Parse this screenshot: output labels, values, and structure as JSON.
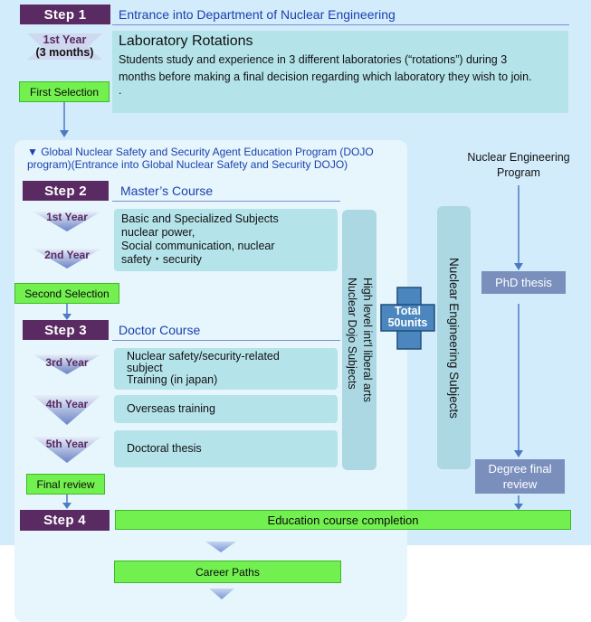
{
  "step1": {
    "label": "Step 1",
    "title": "Entrance into Department of Nuclear Engineering",
    "year_label": "1st Year",
    "year_sub": "(3 months)",
    "rotation_title": "Laboratory Rotations",
    "rotation_text": "Students study and experience in 3 different laboratories (“rotations”) during 3 months before making a final decision regarding which laboratory they wish to join.",
    "rotation_dot": "."
  },
  "first_selection": "First Selection",
  "dojo": {
    "title_line1": "▼ Global Nuclear Safety and Security Agent Education Program (DOJO",
    "title_line2": "program)(Entrance into Global Nuclear Safety and Security DOJO)"
  },
  "step2": {
    "label": "Step 2",
    "title": "Master’s Course",
    "years": [
      "1st Year",
      "2nd Year"
    ],
    "subjects": [
      "Basic and Specialized Subjects",
      "nuclear power,",
      "Social communication, nuclear",
      "safety・security"
    ]
  },
  "second_selection": "Second Selection",
  "step3": {
    "label": "Step 3",
    "title": "Doctor Course",
    "years": [
      "3rd Year",
      "4th Year",
      "5th Year"
    ],
    "box1": [
      "Nuclear safety/security-related",
      "subject",
      "Training (in japan)"
    ],
    "box2": "Overseas training",
    "box3": "Doctoral thesis"
  },
  "final_review": "Final review",
  "step4": {
    "label": "Step 4",
    "completion": "Education course completion"
  },
  "career_paths": "Career Paths",
  "dojo_subjects": [
    "High level int'l liberal arts",
    "Nuclear Dojo Subjects"
  ],
  "total_units": [
    "Total",
    "50units"
  ],
  "ne_subjects": "Nuclear Engineering Subjects",
  "ne_program": [
    "Nuclear Engineering",
    "Program"
  ],
  "phd_thesis": "PhD thesis",
  "degree_review": [
    "Degree final",
    "review"
  ],
  "colors": {
    "step_purple": "#5a2a63",
    "title_blue": "#1b3fb0",
    "green": "#72f04f",
    "teal": "#b4e3ea",
    "slate": "#7b8fbd",
    "bg_blue": "#d3ecfb"
  }
}
